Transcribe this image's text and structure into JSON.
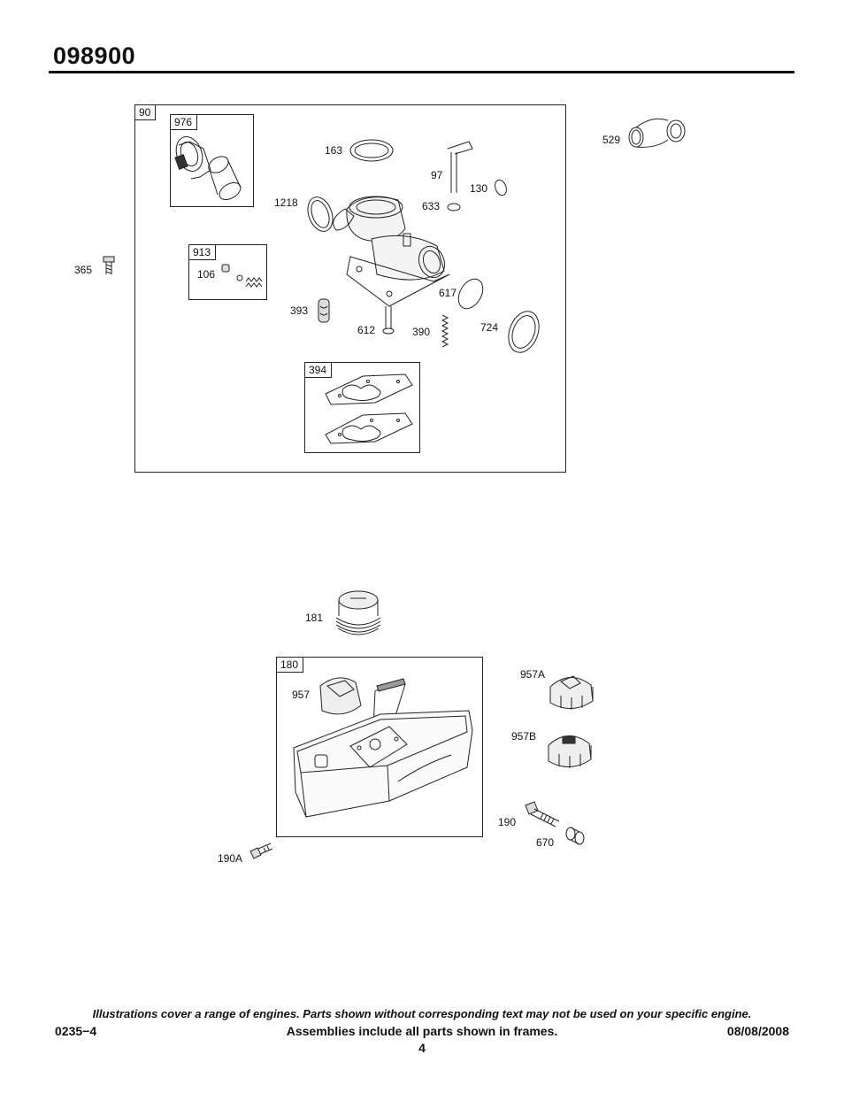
{
  "document": {
    "model_number": "098900"
  },
  "frames": {
    "carburetor": "90",
    "air_cleaner_kit": "976",
    "needle_kit": "913",
    "diaphragm_kit": "394",
    "fuel_tank": "180"
  },
  "parts": {
    "p365": "365",
    "p106": "106",
    "p163": "163",
    "p1218": "1218",
    "p97": "97",
    "p130": "130",
    "p633": "633",
    "p617": "617",
    "p393": "393",
    "p612": "612",
    "p390": "390",
    "p724": "724",
    "p529": "529",
    "p181": "181",
    "p957": "957",
    "p957A": "957A",
    "p957B": "957B",
    "p190": "190",
    "p670": "670",
    "p190A": "190A"
  },
  "footer": {
    "disclaimer": "Illustrations cover a range of engines. Parts shown without corresponding text may not be used on your specific engine.",
    "code": "0235−4",
    "assemblies_note": "Assemblies include all parts shown in frames.",
    "date": "08/08/2008",
    "page_number": "4"
  }
}
